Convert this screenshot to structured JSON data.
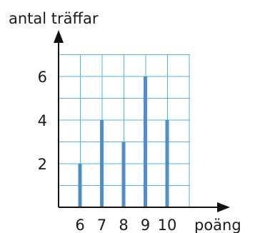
{
  "chart_data": {
    "type": "bar",
    "ylabel": "antal träffar",
    "xlabel": "poäng",
    "categories": [
      "6",
      "7",
      "8",
      "9",
      "10"
    ],
    "values": [
      2,
      4,
      3,
      6,
      4
    ],
    "ylim": [
      0,
      7
    ],
    "yticks": [
      "2",
      "4",
      "6"
    ],
    "grid": true,
    "colors": {
      "bar": "#4f8fc9",
      "grid": "#4db6e6",
      "axis": "#111111"
    }
  }
}
